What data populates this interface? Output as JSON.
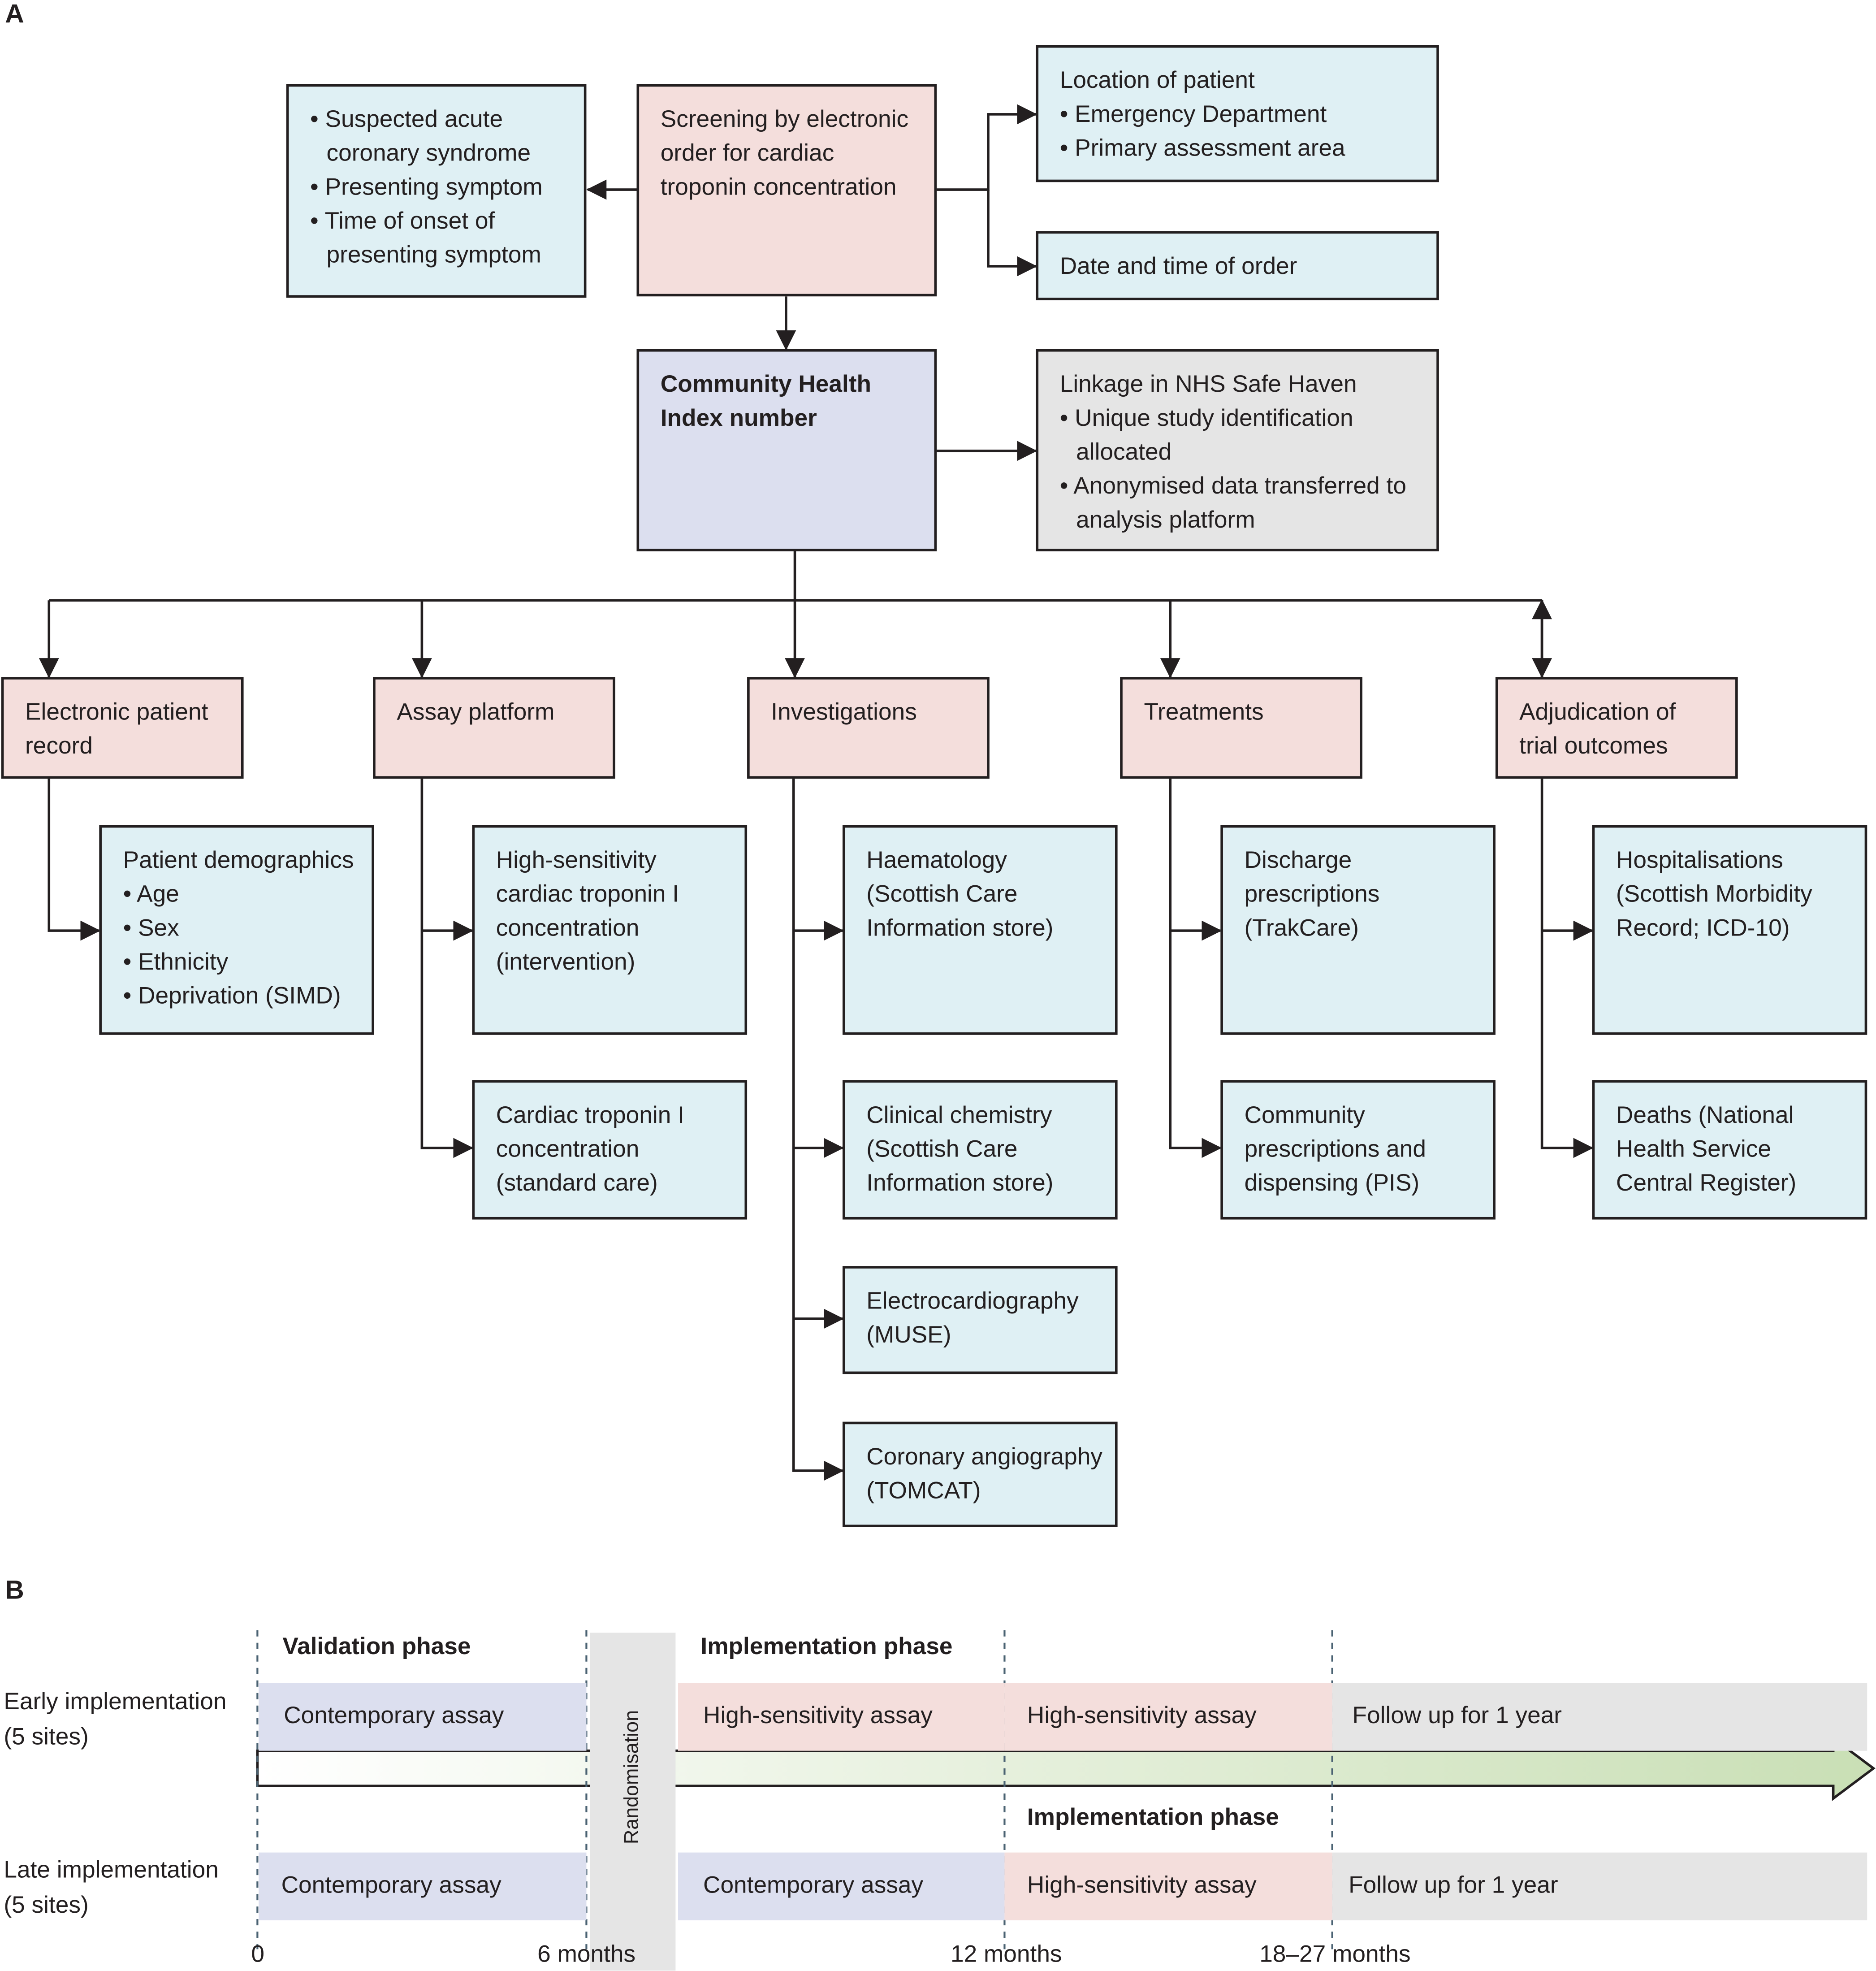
{
  "panel_a": {
    "label": "A",
    "suspected": [
      "• Suspected acute",
      "coronary syndrome",
      "• Presenting symptom",
      "• Time of onset of",
      "presenting symptom"
    ],
    "screening": [
      "Screening by electronic",
      "order for cardiac",
      "troponin concentration"
    ],
    "location": [
      "Location of patient",
      "• Emergency Department",
      "• Primary assessment area"
    ],
    "datetime": [
      "Date and time of order"
    ],
    "chi": [
      "Community Health",
      "Index number"
    ],
    "linkage": [
      "Linkage in NHS Safe Haven",
      "• Unique study identification",
      "allocated",
      "• Anonymised data transferred to",
      "analysis platform"
    ],
    "categories": {
      "epr": [
        "Electronic patient",
        "record"
      ],
      "assay": [
        "Assay platform"
      ],
      "investigations": [
        "Investigations"
      ],
      "treatments": [
        "Treatments"
      ],
      "adjudication": [
        "Adjudication of",
        "trial outcomes"
      ]
    },
    "sources": {
      "demographics": [
        "Patient demographics",
        "• Age",
        "• Sex",
        "• Ethnicity",
        "• Deprivation (SIMD)"
      ],
      "hs_troponin": [
        "High-sensitivity",
        "cardiac troponin I",
        "concentration",
        "(intervention)"
      ],
      "std_troponin": [
        "Cardiac troponin I",
        "concentration",
        "(standard care)"
      ],
      "haematology": [
        "Haematology",
        "(Scottish Care",
        "Information store)"
      ],
      "chemistry": [
        "Clinical chemistry",
        "(Scottish Care",
        "Information store)"
      ],
      "ecg": [
        "Electrocardiography",
        "(MUSE)"
      ],
      "angiography": [
        "Coronary angiography",
        "(TOMCAT)"
      ],
      "discharge": [
        "Discharge",
        "prescriptions",
        "(TrakCare)"
      ],
      "community": [
        "Community",
        "prescriptions and",
        "dispensing (PIS)"
      ],
      "hospitalisations": [
        "Hospitalisations",
        "(Scottish Morbidity",
        "Record; ICD-10)"
      ],
      "deaths": [
        "Deaths (National",
        "Health Service",
        "Central Register)"
      ]
    }
  },
  "panel_b": {
    "label": "B",
    "validation_phase": "Validation phase",
    "implementation_phase": "Implementation phase",
    "implementation_phase_late": "Implementation phase",
    "randomisation": "Randomisation",
    "early_label": [
      "Early implementation",
      "(5 sites)"
    ],
    "late_label": [
      "Late implementation",
      "(5 sites)"
    ],
    "early_bars": [
      "Contemporary assay",
      "High-sensitivity assay",
      "High-sensitivity assay",
      "Follow up for 1 year"
    ],
    "late_bars": [
      "Contemporary assay",
      "Contemporary assay",
      "High-sensitivity assay",
      "Follow up for 1 year"
    ],
    "ticks": [
      "0",
      "6 months",
      "12 months",
      "18–27 months"
    ],
    "colors": {
      "blue": "#dff0f4",
      "pink": "#f4dedc",
      "lavender": "#dcdfef",
      "grey": "#e5e5e5",
      "arrow_green": "#c9dfb5"
    }
  }
}
